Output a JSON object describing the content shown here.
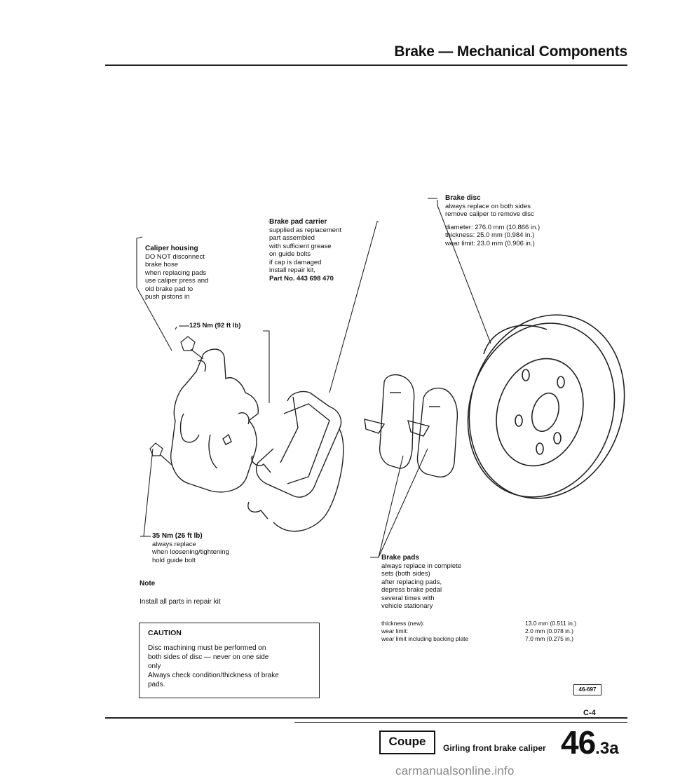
{
  "header": {
    "title": "Brake — Mechanical Components"
  },
  "callouts": {
    "caliper_housing": {
      "title": "Caliper housing",
      "lines": [
        "DO NOT disconnect",
        "brake hose",
        "when replacing pads",
        "use caliper press and",
        "old brake pad to",
        "push pistons in"
      ]
    },
    "pad_carrier": {
      "title": "Brake pad carrier",
      "lines": [
        "supplied as replacement",
        "part assembled",
        "with sufficient grease",
        "on guide bolts",
        "if cap is damaged",
        "install repair kit,",
        "Part No. 443 698 470"
      ]
    },
    "brake_disc": {
      "title": "Brake disc",
      "lines": [
        "always replace on both sides",
        "remove caliper to remove disc"
      ],
      "specs": [
        "diameter: 276.0 mm (10.866 in.)",
        "thickness: 25.0 mm (0.984 in.)",
        "wear limit: 23.0 mm (0.906 in.)"
      ]
    },
    "torque_125": {
      "text": "125 Nm (92 ft lb)"
    },
    "torque_35": {
      "title": "35 Nm (26 ft lb)",
      "lines": [
        "always replace",
        "when loosening/tightening",
        "hold guide bolt"
      ]
    },
    "brake_pads": {
      "title": "Brake pads",
      "lines": [
        "always replace in complete",
        "sets (both sides)",
        "after replacing pads,",
        "depress brake pedal",
        "several times with",
        "vehicle stationary"
      ],
      "specs": [
        {
          "label": "thickness (new):",
          "value": "13.0 mm (0.511 in.)"
        },
        {
          "label": "wear limit:",
          "value": "2.0 mm (0.078 in.)"
        },
        {
          "label": "wear limit including backing plate",
          "value": "7.0 mm (0.275 in.)"
        }
      ]
    }
  },
  "note": {
    "title": "Note",
    "text": "Install all parts in repair kit"
  },
  "caution": {
    "title": "CAUTION",
    "lines": [
      "Disc machining must be performed on",
      "both sides of disc — never on one side",
      "only",
      "Always check condition/thickness of brake",
      "pads."
    ]
  },
  "figure_ref": "46-697",
  "page_code": "C-4",
  "footer": {
    "model": "Coupe",
    "caption": "Girling front brake caliper",
    "page_major": "46",
    "page_minor": ".3a"
  },
  "watermark": "carmanualsonline.info"
}
